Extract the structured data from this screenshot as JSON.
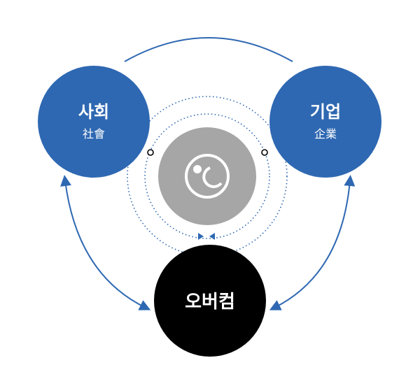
{
  "nodes": {
    "society": {
      "title": "사회",
      "subtitle": "社會"
    },
    "company": {
      "title": "기업",
      "subtitle": "企業"
    },
    "overcom": {
      "title": "오버컴"
    },
    "center": {
      "icon": "overcom-logo-icon"
    }
  },
  "colors": {
    "blue": "#2e68b2",
    "center_gray": "#a6a6a6",
    "black": "#000000",
    "dotted_blue": "#2e68b2"
  }
}
